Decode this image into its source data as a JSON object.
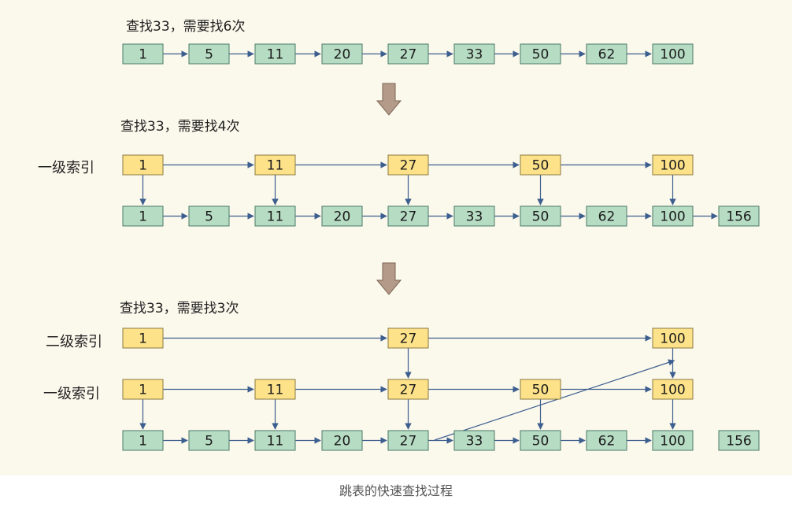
{
  "colors": {
    "background": "#fbf8ec",
    "data_node_fill": "#b7dcc4",
    "index_node_fill": "#fde28a",
    "node_stroke": "#4a7a67",
    "index_stroke": "#8a7a40",
    "arrow": "#3d5f8f",
    "down_arrow_fill": "#b49a88"
  },
  "icons": {
    "transition": "down-arrow-icon"
  },
  "sections": [
    {
      "heading": "查找33，需要找6次",
      "index_levels": [],
      "base": [
        "1",
        "5",
        "11",
        "20",
        "27",
        "33",
        "50",
        "62",
        "100"
      ]
    },
    {
      "heading": "查找33，需要找4次",
      "index_levels": [
        {
          "label": "一级索引",
          "nodes": [
            "1",
            "11",
            "27",
            "50",
            "100"
          ]
        }
      ],
      "base": [
        "1",
        "5",
        "11",
        "20",
        "27",
        "33",
        "50",
        "62",
        "100",
        "156"
      ]
    },
    {
      "heading": "查找33，需要找3次",
      "index_levels": [
        {
          "label": "二级索引",
          "nodes": [
            "1",
            "27",
            "100"
          ]
        },
        {
          "label": "一级索引",
          "nodes": [
            "1",
            "11",
            "27",
            "50",
            "100"
          ]
        }
      ],
      "base": [
        "1",
        "5",
        "11",
        "20",
        "27",
        "33",
        "50",
        "62",
        "100",
        "156"
      ]
    }
  ],
  "caption": "跳表的快速查找过程"
}
